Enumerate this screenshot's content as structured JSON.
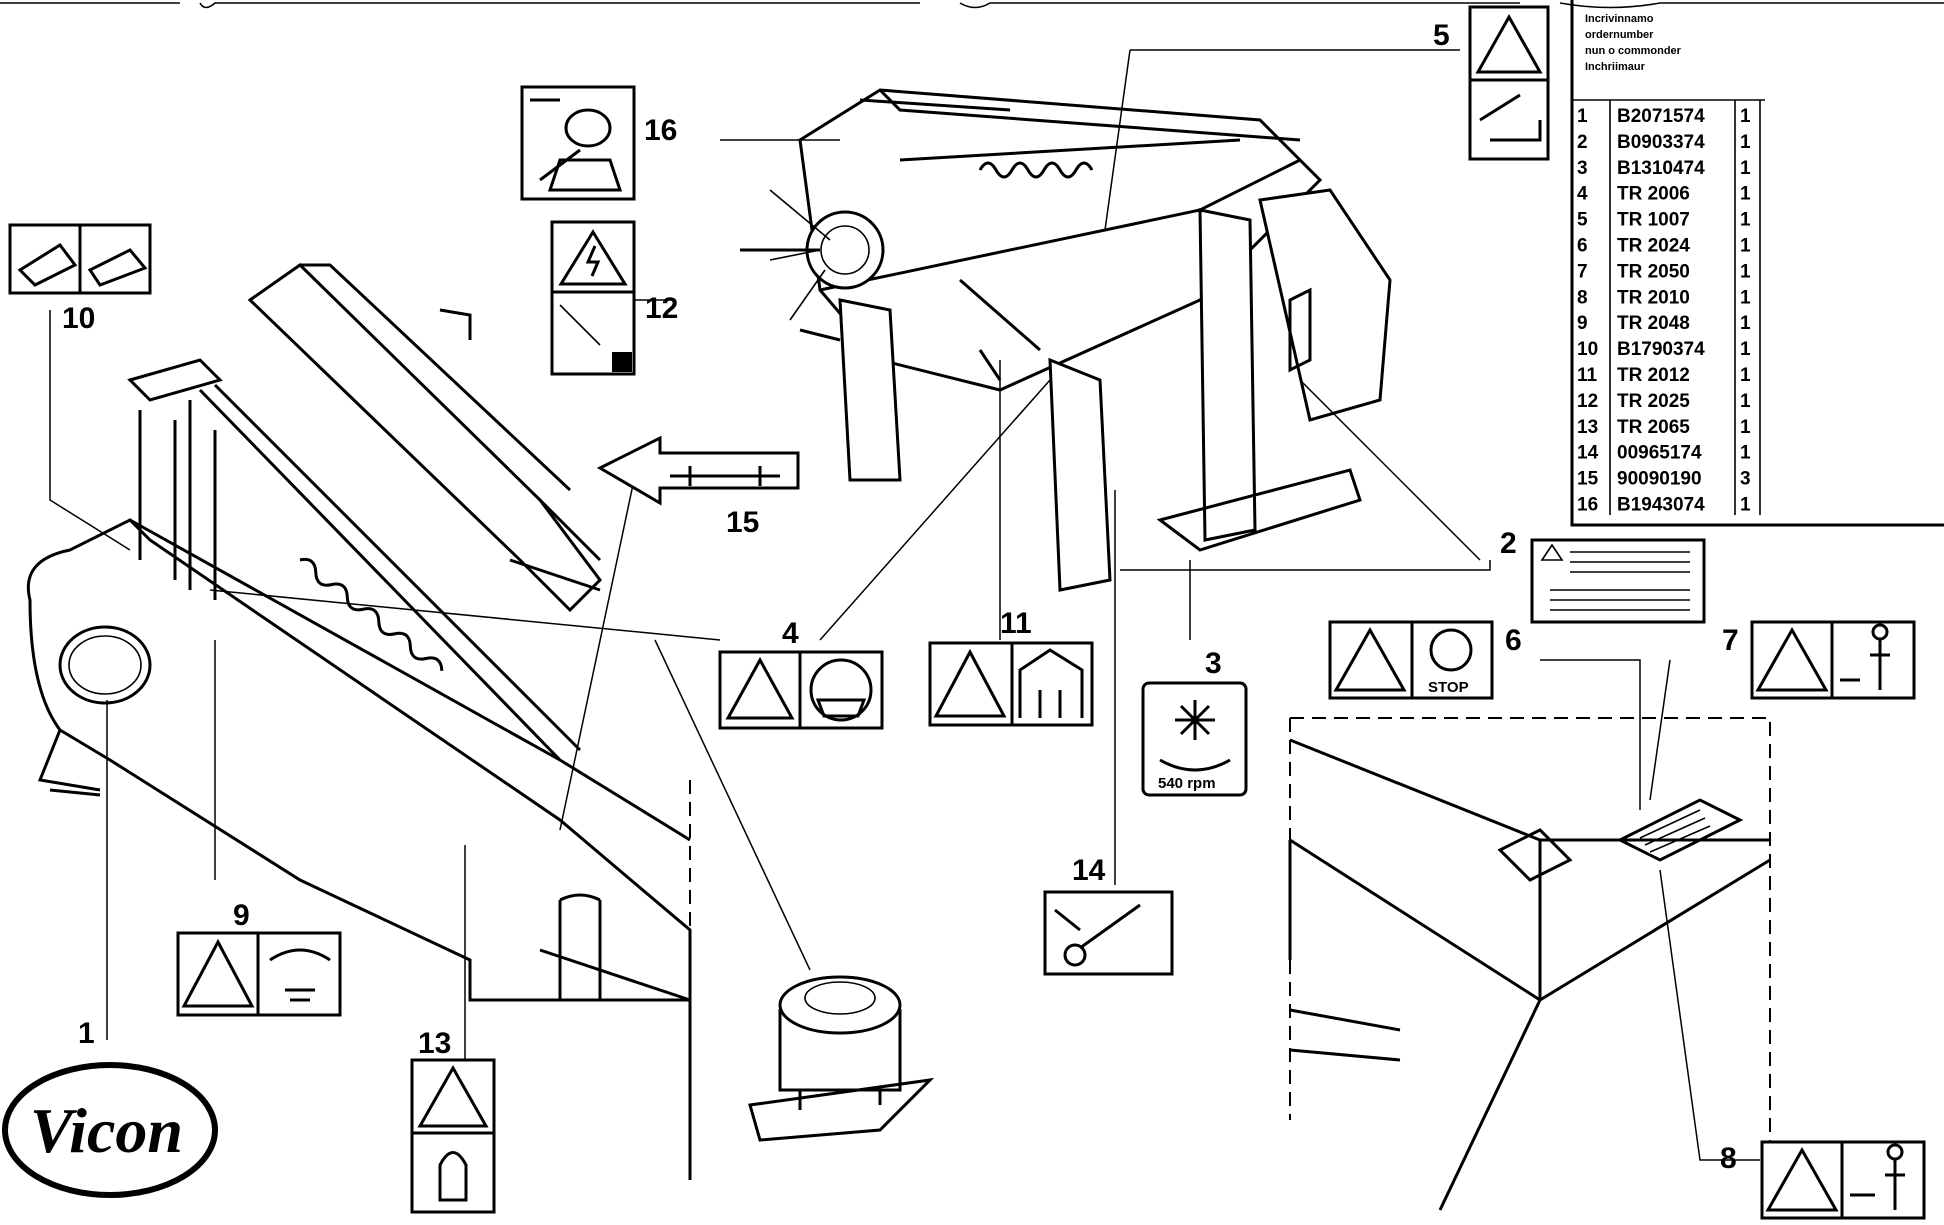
{
  "colors": {
    "ink": "#000000",
    "paper": "#ffffff"
  },
  "callouts": [
    "1",
    "2",
    "3",
    "4",
    "5",
    "6",
    "7",
    "8",
    "9",
    "10",
    "11",
    "12",
    "13",
    "14",
    "15",
    "16"
  ],
  "parts_table": {
    "header": [
      "Incrivinnamo",
      "ordernumber",
      "nun o commonder",
      "Inchriimaur"
    ],
    "rows": [
      {
        "pos": "1",
        "part": "B2071574",
        "qty": "1"
      },
      {
        "pos": "2",
        "part": "B0903374",
        "qty": "1"
      },
      {
        "pos": "3",
        "part": "B1310474",
        "qty": "1"
      },
      {
        "pos": "4",
        "part": "TR 2006",
        "qty": "1"
      },
      {
        "pos": "5",
        "part": "TR 1007",
        "qty": "1"
      },
      {
        "pos": "6",
        "part": "TR 2024",
        "qty": "1"
      },
      {
        "pos": "7",
        "part": "TR 2050",
        "qty": "1"
      },
      {
        "pos": "8",
        "part": "TR 2010",
        "qty": "1"
      },
      {
        "pos": "9",
        "part": "TR 2048",
        "qty": "1"
      },
      {
        "pos": "10",
        "part": "B1790374",
        "qty": "1"
      },
      {
        "pos": "11",
        "part": "TR 2012",
        "qty": "1"
      },
      {
        "pos": "12",
        "part": "TR 2025",
        "qty": "1"
      },
      {
        "pos": "13",
        "part": "TR 2065",
        "qty": "1"
      },
      {
        "pos": "14",
        "part": "00965174",
        "qty": "1"
      },
      {
        "pos": "15",
        "part": "90090190",
        "qty": "3"
      },
      {
        "pos": "16",
        "part": "B1943074",
        "qty": "1"
      }
    ]
  },
  "decals": {
    "rpm_label": "540 rpm",
    "stop_label": "STOP",
    "logo_text": "Vicon"
  },
  "icons": [
    "warning-triangle-icon",
    "hand-hazard-icon",
    "lightning-hazard-icon",
    "stop-icon",
    "rpm-rotation-icon",
    "hose-icon",
    "person-icon"
  ]
}
